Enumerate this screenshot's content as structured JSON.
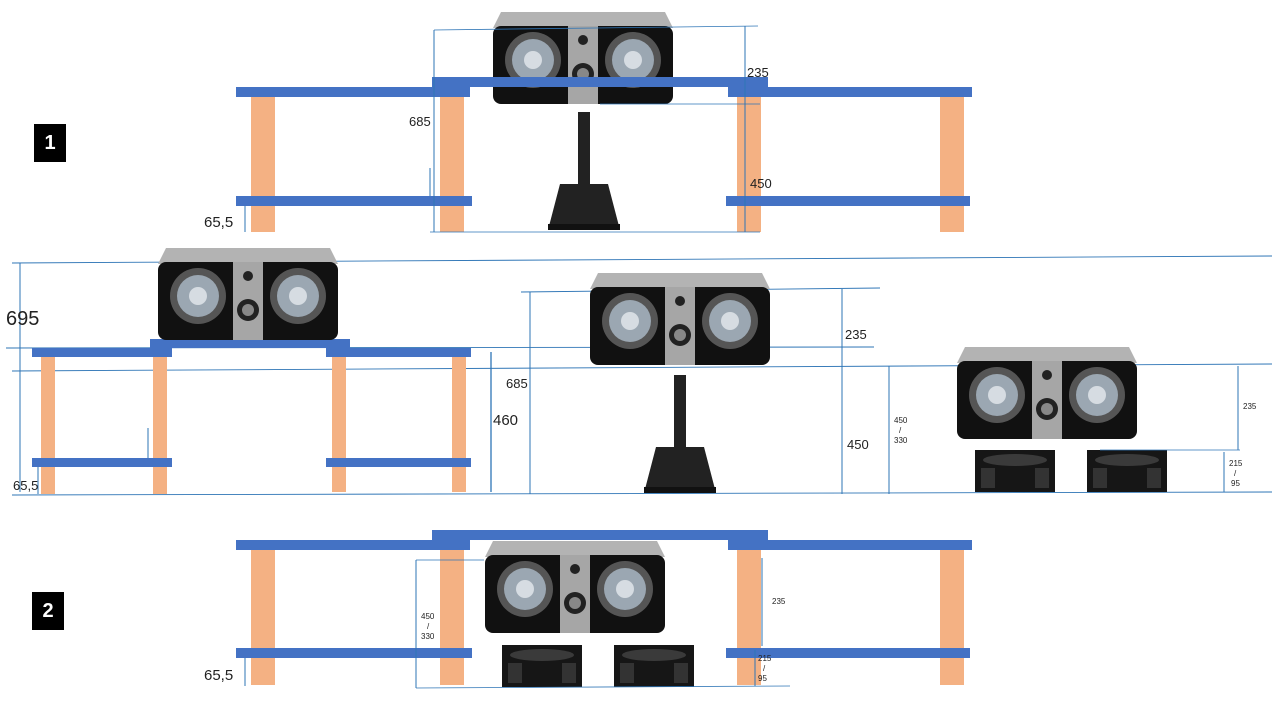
{
  "badges": {
    "config1": "1",
    "config2": "2"
  },
  "labels": {
    "c1_base": "65,5",
    "c1_height": "685",
    "c1_speaker": "235",
    "c1_stand": "450",
    "m_total": "695",
    "m_base": "65,5",
    "m_shelf": "460",
    "m_stand_total": "685",
    "m_speaker": "235",
    "m_stand": "450",
    "m_iso_total_a": "450",
    "m_iso_total_sep": "/",
    "m_iso_total_b": "330",
    "m_iso_speaker": "235",
    "m_iso_a": "215",
    "m_iso_sep": "/",
    "m_iso_b": "95",
    "c2_base": "65,5",
    "c2_total_a": "450",
    "c2_total_sep": "/",
    "c2_total_b": "330",
    "c2_speaker": "235",
    "c2_iso_a": "215",
    "c2_iso_sep": "/",
    "c2_iso_b": "95"
  },
  "colors": {
    "shelf": "#4472c4",
    "leg": "#f4b183",
    "dim_line": "#2e75b6",
    "speaker_body": "#111111",
    "speaker_top": "#b3b3b3",
    "tweeter_panel": "#a6a6a6"
  }
}
